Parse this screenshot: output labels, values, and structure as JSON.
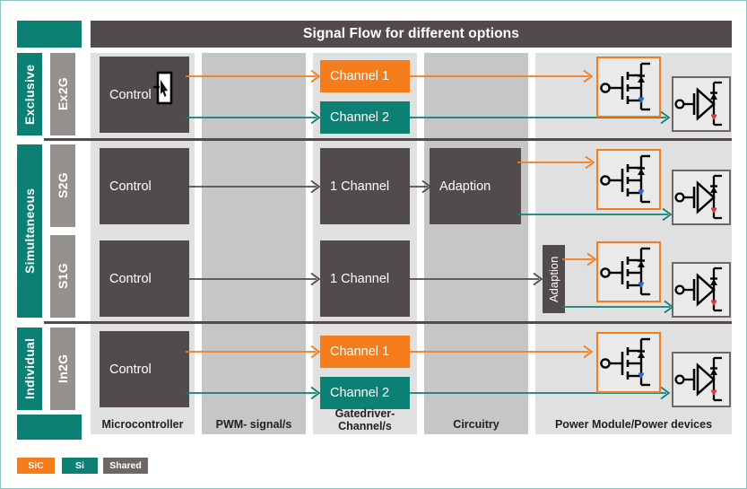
{
  "header": {
    "title": "Signal Flow for different options",
    "corner_color": "#0d8074",
    "title_bg": "#514c4b"
  },
  "colors": {
    "sic": "#f57c1b",
    "si": "#0d8074",
    "shared": "#514c4b",
    "shared_legend": "#6d6866",
    "option": "#93908d",
    "col_light": "#e0e0e0",
    "col_dark": "#c6c6c6",
    "frame": "#8fc4c0"
  },
  "columns": [
    {
      "id": "microcontroller",
      "label": "Microcontroller",
      "shade": "light"
    },
    {
      "id": "pwm-signals",
      "label": "PWM- signal/s",
      "shade": "dark"
    },
    {
      "id": "gatedriver",
      "label": "Gatedriver-\nChannel/s",
      "label_line1": "Gatedriver-",
      "label_line2": "Channel/s",
      "shade": "light"
    },
    {
      "id": "circuitry",
      "label": "Circuitry",
      "shade": "dark"
    },
    {
      "id": "power-module",
      "label": "Power Module/Power devices",
      "shade": "light"
    }
  ],
  "groups": [
    {
      "id": "exclusive",
      "label": "Exclusive"
    },
    {
      "id": "simultaneous",
      "label": "Simultaneous"
    },
    {
      "id": "individual",
      "label": "Individual"
    }
  ],
  "rows": [
    {
      "id": "ex2g",
      "option": "Ex2G",
      "group": "Exclusive",
      "control": {
        "label": "Control",
        "has_cursor_icon": true
      },
      "channels": [
        {
          "label": "Channel 1",
          "type": "sic"
        },
        {
          "label": "Channel 2",
          "type": "si"
        }
      ],
      "adaption": null,
      "devices": [
        {
          "type": "sic",
          "symbol": "mosfet"
        },
        {
          "type": "si",
          "symbol": "igbt"
        }
      ]
    },
    {
      "id": "s2g",
      "option": "S2G",
      "group": "Simultaneous",
      "control": {
        "label": "Control",
        "has_cursor_icon": false
      },
      "channels": [
        {
          "label": "1 Channel",
          "type": "shared"
        }
      ],
      "adaption": {
        "label": "Adaption",
        "orientation": "horizontal",
        "column": "circuitry"
      },
      "devices": [
        {
          "type": "sic",
          "symbol": "mosfet"
        },
        {
          "type": "si",
          "symbol": "igbt"
        }
      ]
    },
    {
      "id": "s1g",
      "option": "S1G",
      "group": "Simultaneous",
      "control": {
        "label": "Control",
        "has_cursor_icon": false
      },
      "channels": [
        {
          "label": "1 Channel",
          "type": "shared"
        }
      ],
      "adaption": {
        "label": "Adaption",
        "orientation": "vertical",
        "column": "power-module"
      },
      "devices": [
        {
          "type": "sic",
          "symbol": "mosfet"
        },
        {
          "type": "si",
          "symbol": "igbt"
        }
      ]
    },
    {
      "id": "in2g",
      "option": "In2G",
      "group": "Individual",
      "control": {
        "label": "Control",
        "has_cursor_icon": false
      },
      "channels": [
        {
          "label": "Channel 1",
          "type": "sic"
        },
        {
          "label": "Channel 2",
          "type": "si"
        }
      ],
      "adaption": null,
      "devices": [
        {
          "type": "sic",
          "symbol": "mosfet"
        },
        {
          "type": "si",
          "symbol": "igbt"
        }
      ]
    }
  ],
  "legend": [
    {
      "id": "sic",
      "label": "SiC",
      "color": "#f57c1b"
    },
    {
      "id": "si",
      "label": "Si",
      "color": "#0d8074"
    },
    {
      "id": "shared",
      "label": "Shared",
      "color": "#6d6866"
    }
  ]
}
